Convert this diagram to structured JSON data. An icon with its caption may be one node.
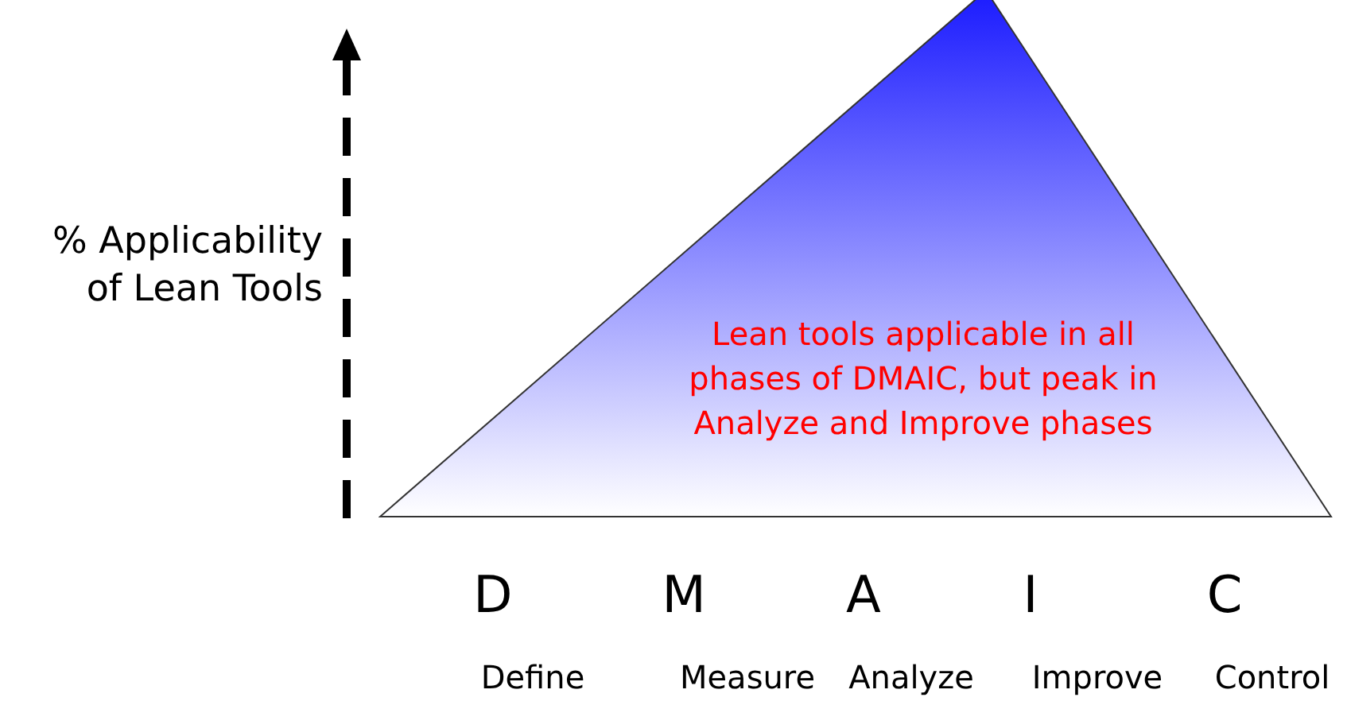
{
  "diagram": {
    "nodes": [
      {
        "text": [
          "Lean tools applicable in all phases of DMAIC, but peak in Analyze and Improve phases"
        ]
      }
    ],
    "labels": [
      "% Applicability of Lean Tools",
      "D",
      "M",
      "A",
      "I",
      "C",
      "Define",
      "Measure",
      "Analyze",
      "Improve",
      "Control"
    ]
  }
}
